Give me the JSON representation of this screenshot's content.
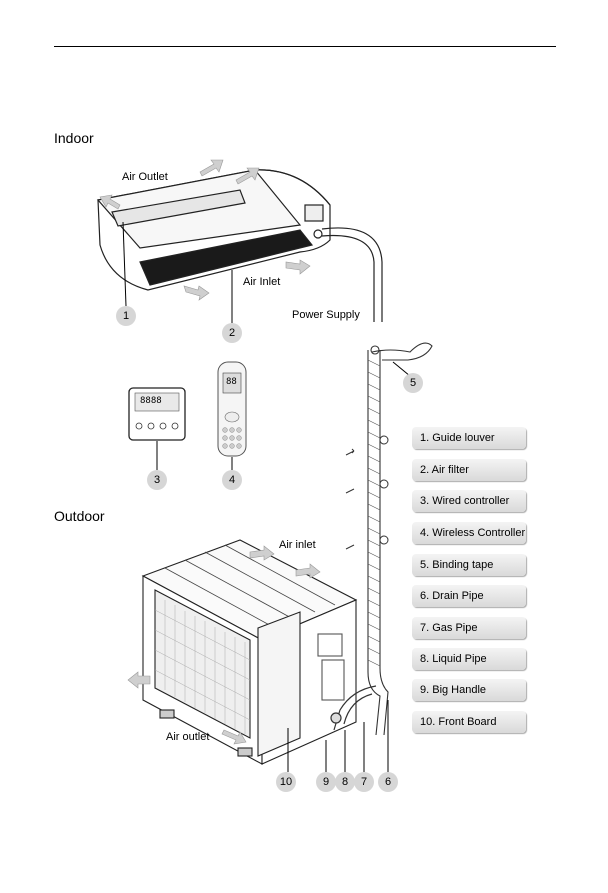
{
  "sections": {
    "indoor": "Indoor",
    "outdoor": "Outdoor"
  },
  "labels": {
    "air_outlet_indoor": "Air Outlet",
    "air_inlet_indoor": "Air Inlet",
    "power_supply": "Power Supply",
    "air_inlet_outdoor": "Air inlet",
    "air_outlet_outdoor": "Air outlet"
  },
  "callouts": [
    "1",
    "2",
    "3",
    "4",
    "5",
    "6",
    "7",
    "8",
    "9",
    "10"
  ],
  "legend": [
    "1. Guide louver",
    "2. Air filter",
    "3. Wired controller",
    "4. Wireless Controller",
    "5. Binding tape",
    "6. Drain Pipe",
    "7. Gas Pipe",
    "8. Liquid Pipe",
    "9. Big Handle",
    "10. Front Board"
  ],
  "wired_controller_display": "8888",
  "remote_display": "88"
}
